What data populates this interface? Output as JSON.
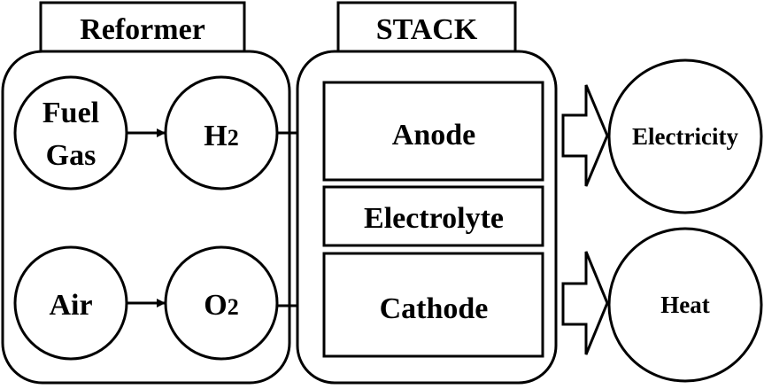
{
  "reformer": {
    "title": "Reformer",
    "fuel_gas_line1": "Fuel",
    "fuel_gas_line2": "Gas",
    "h2_base": "H",
    "h2_sub": "2",
    "air": "Air",
    "o2_base": "O",
    "o2_sub": "2"
  },
  "stack": {
    "title": "STACK",
    "anode": "Anode",
    "electrolyte": "Electrolyte",
    "cathode": "Cathode"
  },
  "outputs": {
    "electricity": "Electricity",
    "heat": "Heat"
  },
  "colors": {
    "stroke": "#000000",
    "fill": "#ffffff"
  }
}
